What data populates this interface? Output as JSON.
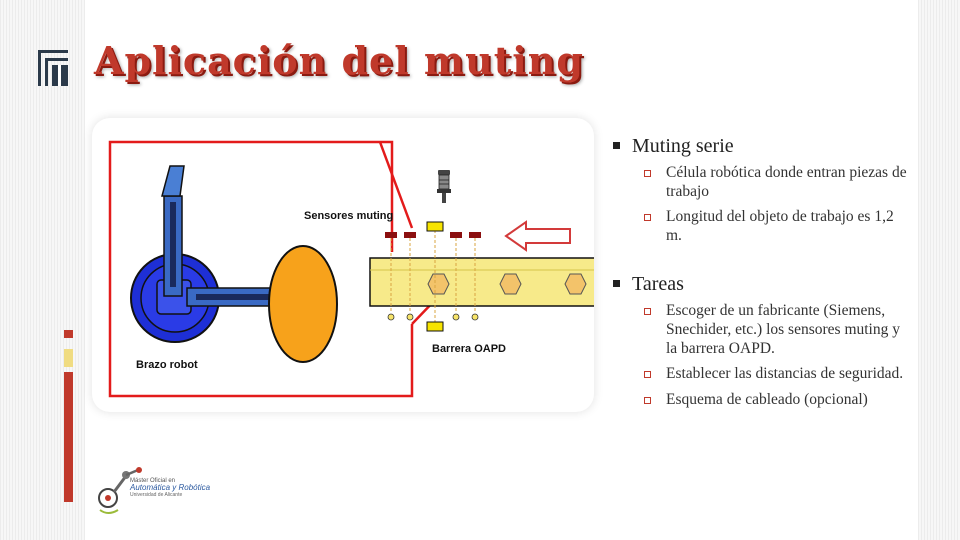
{
  "slide": {
    "title": "Aplicación del muting",
    "accent_colors": [
      "#c0392b",
      "#f0dc82"
    ],
    "title_color": "#c0392b"
  },
  "diagram": {
    "label_sensors": "Sensores muting",
    "label_robot": "Brazo robot",
    "label_barrier": "Barrera OAPD"
  },
  "bullets": [
    {
      "text": "Muting serie",
      "sub": [
        "Célula robótica donde entran piezas de trabajo",
        "Longitud del objeto  de trabajo es 1,2 m."
      ]
    },
    {
      "text": "Tareas",
      "sub": [
        "Escoger de un fabricante (Siemens, Snechider, etc.) los sensores muting y la barrera OAPD.",
        "Establecer las distancias de seguridad.",
        "Esquema de cableado (opcional)"
      ]
    }
  ],
  "logo": {
    "line1": "Máster Oficial en",
    "line2": "Automática y Robótica",
    "line3": "Universidad de Alicante"
  }
}
